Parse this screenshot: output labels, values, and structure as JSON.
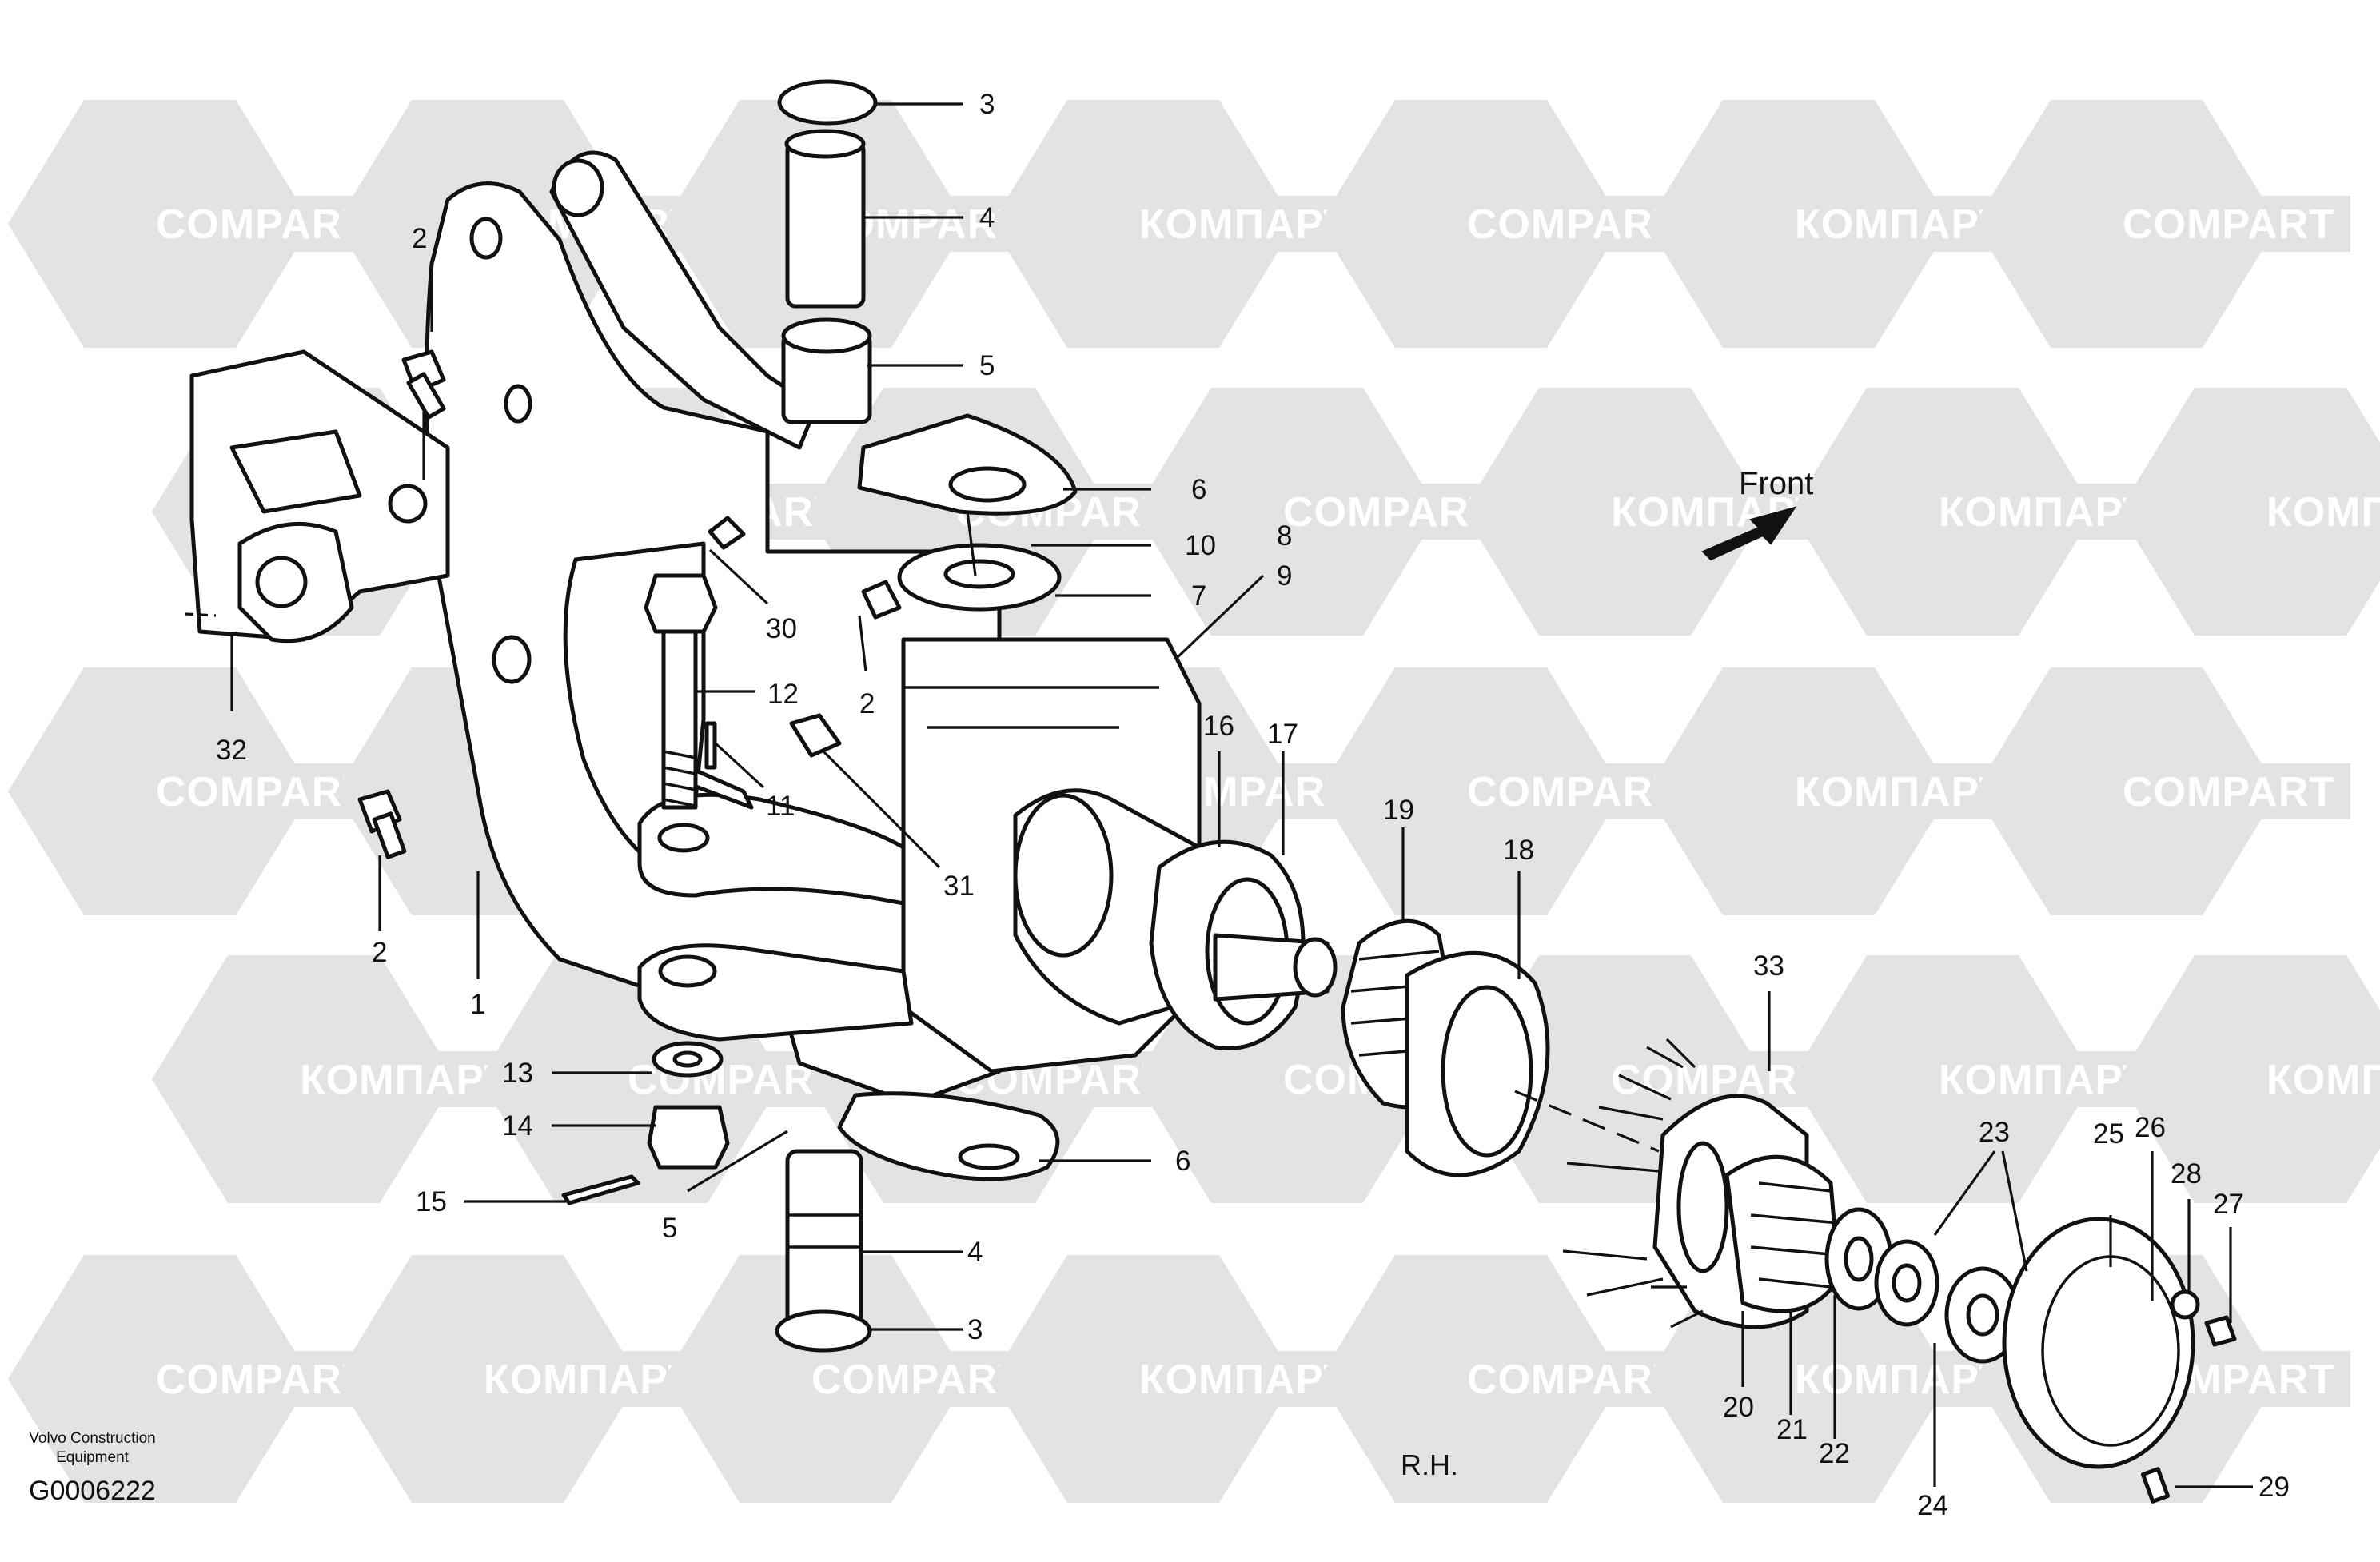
{
  "watermark": {
    "latin": "COMPART",
    "cyrillic": "КОМПАРТ",
    "color": "#e3e3e3"
  },
  "labels": [
    "1",
    "2",
    "2",
    "2",
    "3",
    "3",
    "4",
    "4",
    "5",
    "5",
    "6",
    "6",
    "7",
    "8",
    "9",
    "10",
    "11",
    "12",
    "13",
    "14",
    "15",
    "16",
    "17",
    "18",
    "19",
    "20",
    "21",
    "22",
    "23",
    "24",
    "25",
    "26",
    "27",
    "28",
    "29",
    "30",
    "31",
    "32",
    "33"
  ],
  "direction_label": "Front",
  "side_label": "R.H.",
  "credit": {
    "line1": "Volvo Construction",
    "line2": "Equipment"
  },
  "drawing_code": "G0006222"
}
